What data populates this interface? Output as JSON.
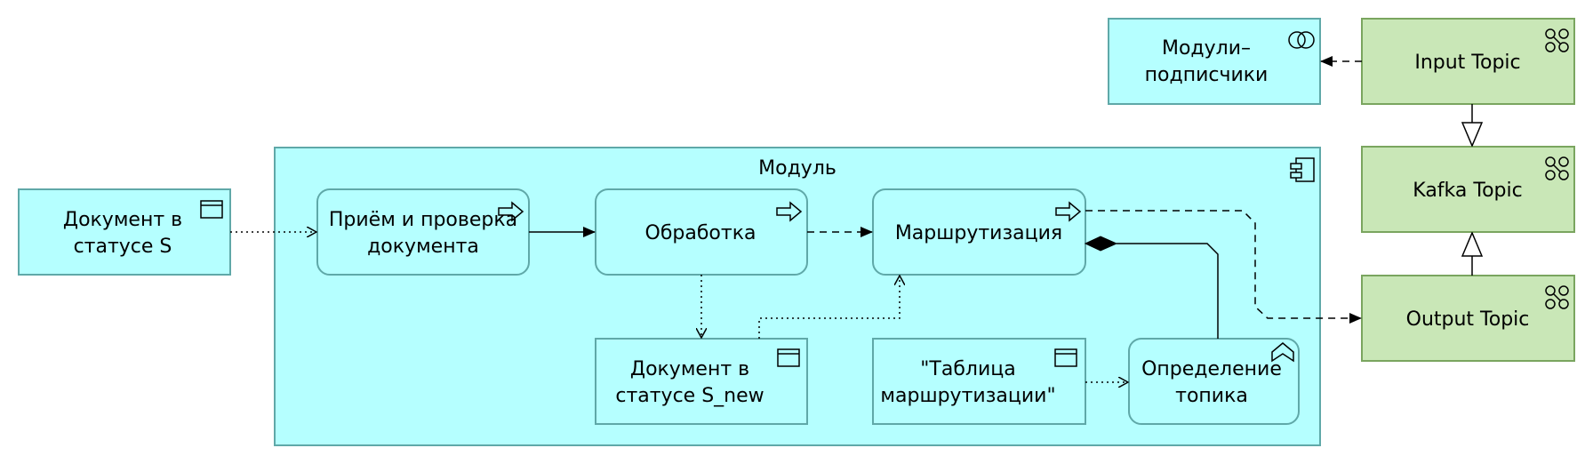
{
  "diagram": {
    "container": {
      "title": "Модуль"
    },
    "subscribers": {
      "line1": "Модули–",
      "line2": "подписчики"
    },
    "kafka": {
      "input": "Input Topic",
      "main": "Kafka Topic",
      "output": "Output Topic"
    },
    "external_doc": {
      "line1": "Документ в",
      "line2": "статусе S"
    },
    "process_receive": {
      "line1": "Приём и проверка",
      "line2": "документа"
    },
    "process_handle": {
      "line1": "Обработка"
    },
    "process_route": {
      "line1": "Маршрутизация"
    },
    "doc_new": {
      "line1": "Документ в",
      "line2": "статусе S_new"
    },
    "routing_table": {
      "line1": "\"Таблица",
      "line2": "маршрутизации\""
    },
    "topic_detect": {
      "line1": "Определение",
      "line2": "топика"
    }
  },
  "colors": {
    "app_fill": "#b5ffff",
    "app_stroke": "#5fa8a8",
    "tech_fill": "#c9e7b7",
    "tech_stroke": "#7aa55f"
  },
  "icons": {
    "process": "process-arrow-icon",
    "data_object": "data-object-icon",
    "component": "component-icon",
    "interface": "application-interface-icon",
    "node": "artifact-node-icon",
    "function": "function-icon"
  }
}
